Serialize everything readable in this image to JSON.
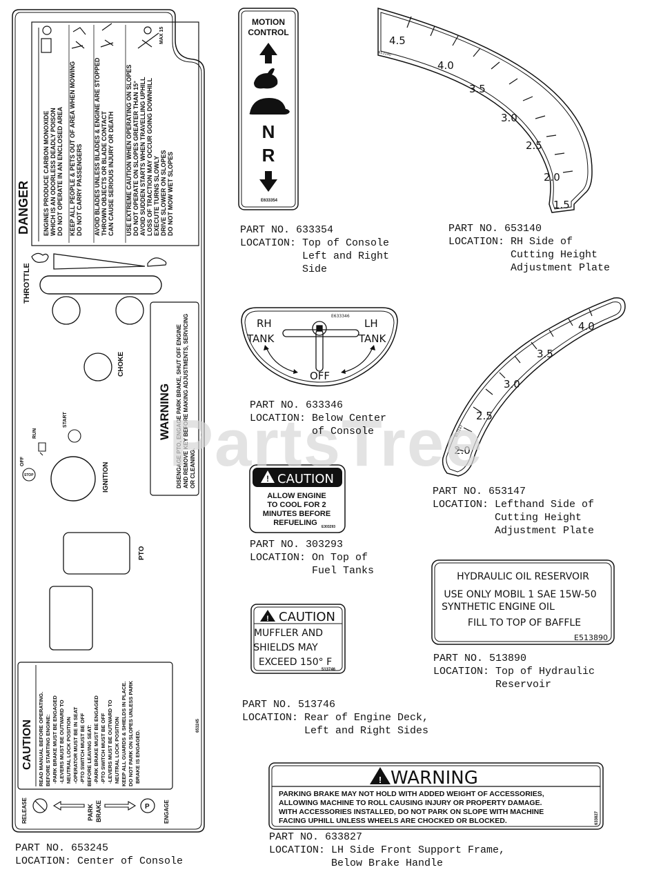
{
  "watermark": "PartsTree",
  "parts": [
    {
      "part": "PART NO. 633354",
      "location": "LOCATION: Top of Console\n          Left and Right\n          Side"
    },
    {
      "part": "PART NO. 653140",
      "location": "LOCATION: RH Side of\n          Cutting Height\n          Adjustment Plate"
    },
    {
      "part": "PART NO. 633346",
      "location": "LOCATION: Below Center\n          of Console"
    },
    {
      "part": "PART NO. 653147",
      "location": "LOCATION: Lefthand Side of\n          Cutting Height\n          Adjustment Plate"
    },
    {
      "part": "PART NO. 303293",
      "location": "LOCATION: On Top of\n          Fuel Tanks"
    },
    {
      "part": "PART NO. 513890",
      "location": "LOCATION: Top of Hydraulic\n          Reservoir"
    },
    {
      "part": "PART NO. 513746",
      "location": "LOCATION: Rear of Engine Deck,\n          Left and Right Sides"
    },
    {
      "part": "PART NO. 653245",
      "location": "LOCATION: Center of Console"
    },
    {
      "part": "PART NO. 633827",
      "location": "LOCATION: LH Side Front Support Frame,\n          Below Brake Handle"
    }
  ],
  "console": {
    "danger_title": "DANGER",
    "danger_lines": [
      "ENGINES PRODUCE CARBON MONOXIDE",
      "WHICH IS AN ODORLESS DEADLY POISON",
      "DO NOT OPERATE IN AN ENCLOSED AREA",
      "KEEP ALL PEOPLE & PETS OUT OF AREA WHEN MOWING",
      "DO NOT CARRY PASSENGERS",
      "AVOID BLADES UNLESS BLADES & ENGINE ARE STOPPED",
      "THROWN OBJECTS OR BLADE CONTACT",
      "CAN CAUSE SERIOUS INJURY OR DEATH",
      "USE EXTREME CAUTION WHEN OPERATING ON SLOPES",
      "DO NOT OPERATE ON SLOPES GREATER THAN 15°",
      "AVOID SUDDEN STARTS WHEN TRAVELLING UPHILL",
      "LOSS OF TRACTION MAY OCCUR GOING DOWNHILL",
      "EXECUTE TURNS SLOWLY",
      "DRIVE SLOWER ON SLOPES",
      "DO NOT MOW WET SLOPES"
    ],
    "max_badge": "MAX 15",
    "throttle": "THROTTLE",
    "choke": "CHOKE",
    "warning_title": "WARNING",
    "warning_lines": [
      "DISENGAGE PTO, ENGAGE PARK BRAKE, SHUT OFF ENGINE",
      "AND REMOVE KEY BEFORE MAKING ADJUSTMENTS, SERVICING",
      "OR CLEANING."
    ],
    "ignition": "IGNITION",
    "off": "OFF",
    "stop": "STOP",
    "run": "RUN",
    "start": "START",
    "pto": "PTO",
    "code": "653245",
    "caution_title": "CAUTION",
    "caution_lines": [
      "READ MANUAL BEFORE OPERATING.",
      "BEFORE STARTING ENGINE:",
      "-PARK BRAKE MUST BE ENGAGED",
      "-LEVERS MUST BE OUTWARD TO",
      "NEUTRAL LOCK POSITION",
      "-OPERATOR MUST BE IN SEAT",
      "-PTO SWITCH MUST BE OFF",
      "BEFORE LEAVING SEAT:",
      "-PARK BRAKE MUST BE ENGAGED",
      "-PTO SWITCH MUST BE OFF",
      "-LEVERS MUST BE OUTWARD TO",
      "NEUTRAL LOCK POSITION",
      "KEEP ALL GUARDS & SHIELDS IN PLACE.",
      "DO NOT PARK ON SLOPES UNLESS PARK",
      "BRAKE IS ENGAGED."
    ],
    "release": "RELEASE",
    "park": "PARK",
    "brake": "BRAKE",
    "engage": "ENGAGE",
    "p": "P"
  },
  "motion": {
    "line1": "MOTION",
    "line2": "CONTROL",
    "n": "N",
    "r": "R",
    "code": "E633354"
  },
  "gauge_rh": {
    "labels": [
      "4.5",
      "4.0",
      "3.5",
      "3.0",
      "2.5",
      "2.0",
      "1.5"
    ],
    "code": "653140"
  },
  "gauge_lh": {
    "labels": [
      "4.0",
      "3.5",
      "3.0",
      "2.5",
      "2.0"
    ],
    "code": "653147"
  },
  "tank": {
    "rh": "RH",
    "lh": "LH",
    "tank": "TANK",
    "off": "OFF",
    "code": "E633346"
  },
  "caution303": {
    "title": "CAUTION",
    "lines": [
      "ALLOW ENGINE",
      "TO COOL FOR 2",
      "MINUTES BEFORE",
      "REFUELING"
    ],
    "code": "E303293"
  },
  "caution513": {
    "title": "CAUTION",
    "lines": [
      "MUFFLER AND",
      "SHIELDS MAY",
      "EXCEED 150° F"
    ],
    "code": "513746"
  },
  "hydraulic": {
    "title": "HYDRAULIC OIL RESERVOIR",
    "line2": "USE ONLY MOBIL 1 SAE 15W-50",
    "line3": "SYNTHETIC ENGINE OIL",
    "line4": "FILL TO TOP OF BAFFLE",
    "code": "E513890"
  },
  "warn633827": {
    "title": "WARNING",
    "lines": [
      "PARKING BRAKE MAY NOT HOLD WITH ADDED WEIGHT OF ACCESSORIES,",
      "ALLOWING MACHINE TO ROLL CAUSING INJURY OR PROPERTY DAMAGE.",
      "WITH ACCESSORIES INSTALLED, DO NOT PARK ON SLOPE WITH MACHINE",
      "FACING UPHILL UNLESS WHEELS ARE CHOCKED OR BLOCKED."
    ],
    "code": "633827"
  }
}
